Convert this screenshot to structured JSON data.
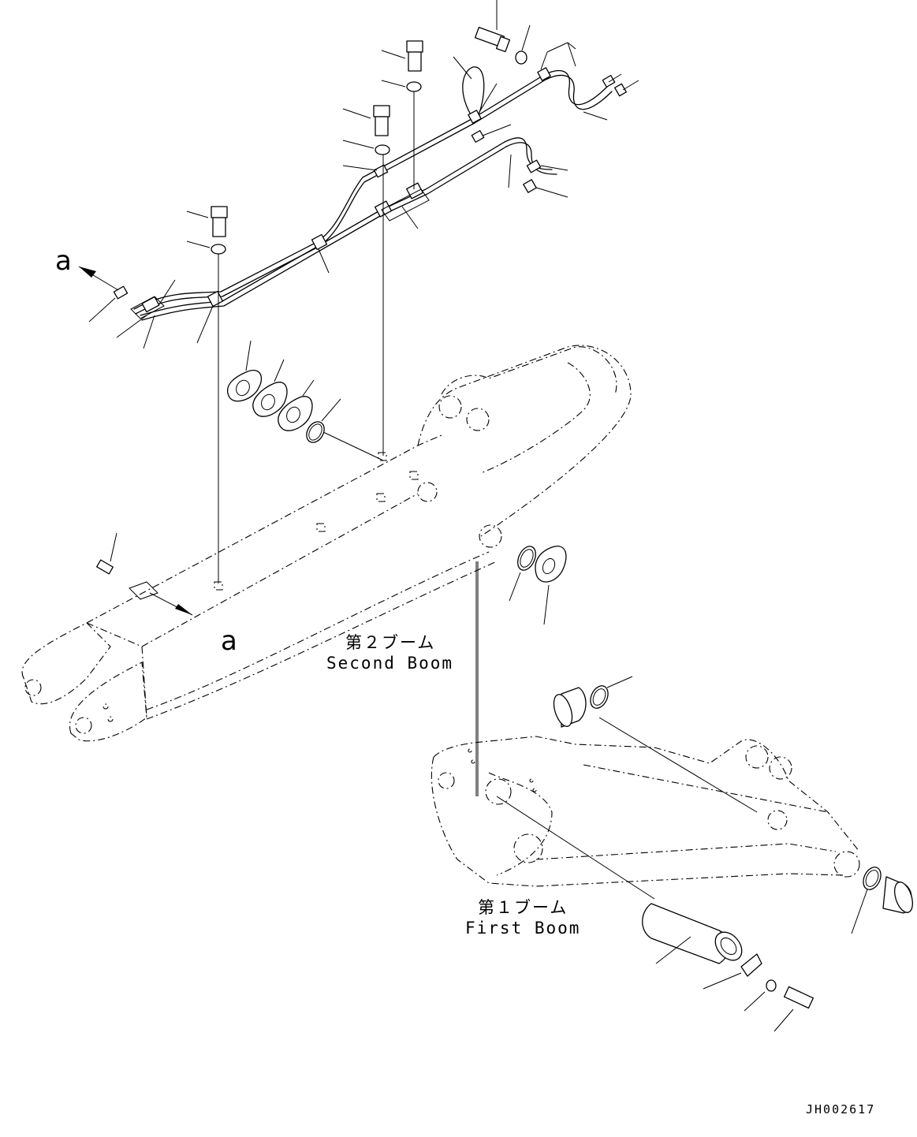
{
  "labels": {
    "second_boom_jp": "第２ブーム",
    "second_boom_en": "Second Boom",
    "first_boom_jp": "第１ブーム",
    "first_boom_en": "First Boom",
    "ref_mark": "a",
    "drawing_code": "JH002617"
  }
}
